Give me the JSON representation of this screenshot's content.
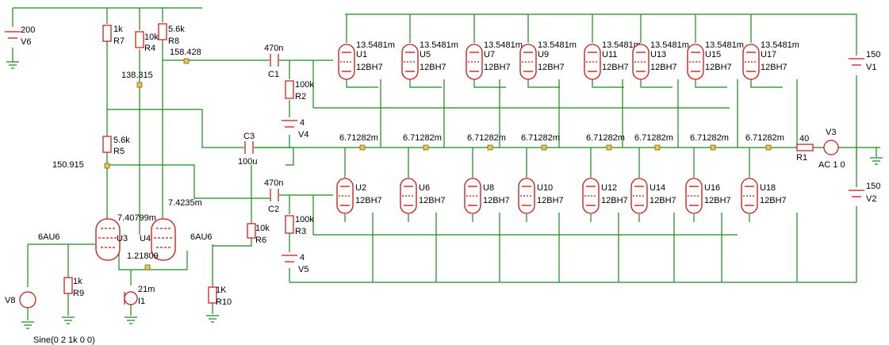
{
  "sources": {
    "V6": {
      "name": "V6",
      "value": "200"
    },
    "V1": {
      "name": "V1",
      "value": "150"
    },
    "V2": {
      "name": "V2",
      "value": "150"
    },
    "V4": {
      "name": "V4",
      "value": "4"
    },
    "V5": {
      "name": "V5",
      "value": "4"
    },
    "V3": {
      "name": "V3",
      "value": "AC 1 0"
    },
    "V8": {
      "name": "V8",
      "value": "Sine(0 2 1k 0 0)"
    },
    "I1": {
      "name": "I1",
      "value": "21m"
    }
  },
  "resistors": {
    "R7": {
      "name": "R7",
      "value": "1k"
    },
    "R4": {
      "name": "R4",
      "value": "10k"
    },
    "R8": {
      "name": "R8",
      "value": "5.6k"
    },
    "R5": {
      "name": "R5",
      "value": "5.6k"
    },
    "R2": {
      "name": "R2",
      "value": "100k"
    },
    "R3": {
      "name": "R3",
      "value": "100k"
    },
    "R6": {
      "name": "R6",
      "value": "10k"
    },
    "R9": {
      "name": "R9",
      "value": "1k"
    },
    "R10": {
      "name": "R10",
      "value": "1K"
    },
    "R1": {
      "name": "R1",
      "value": "40"
    }
  },
  "capacitors": {
    "C1": {
      "name": "C1",
      "value": "470n"
    },
    "C2": {
      "name": "C2",
      "value": "470n"
    },
    "C3": {
      "name": "C3",
      "value": "100u"
    }
  },
  "probes": {
    "n158": "158.428",
    "n138": "138.315",
    "n150": "150.915",
    "n742": "7.4235m",
    "n740": "7.40799m",
    "n121": "1.21809"
  },
  "driver": {
    "U3": {
      "name": "U3",
      "type": "6AU6"
    },
    "U4": {
      "name": "U4",
      "type": "6AU6"
    }
  },
  "upper_tubes": [
    {
      "name": "U1",
      "type": "12BH7",
      "current": "13.5481m",
      "bus": "6.71282m"
    },
    {
      "name": "U5",
      "type": "12BH7",
      "current": "13.5481m",
      "bus": "6.71282m"
    },
    {
      "name": "U7",
      "type": "12BH7",
      "current": "13.5481m",
      "bus": "6.71282m"
    },
    {
      "name": "U9",
      "type": "12BH7",
      "current": "13.5481m",
      "bus": "6.71282m"
    },
    {
      "name": "U11",
      "type": "12BH7",
      "current": "13.5481m",
      "bus": "6.71282m"
    },
    {
      "name": "U13",
      "type": "12BH7",
      "current": "13.5481m",
      "bus": "6.71282m"
    },
    {
      "name": "U15",
      "type": "12BH7",
      "current": "13.5481m",
      "bus": "6.71282m"
    },
    {
      "name": "U17",
      "type": "12BH7",
      "current": "13.5481m",
      "bus": "6.71282m"
    }
  ],
  "lower_tubes": [
    {
      "name": "U2",
      "type": "12BH7"
    },
    {
      "name": "U6",
      "type": "12BH7"
    },
    {
      "name": "U8",
      "type": "12BH7"
    },
    {
      "name": "U10",
      "type": "12BH7"
    },
    {
      "name": "U12",
      "type": "12BH7"
    },
    {
      "name": "U14",
      "type": "12BH7"
    },
    {
      "name": "U16",
      "type": "12BH7"
    },
    {
      "name": "U18",
      "type": "12BH7"
    }
  ],
  "bus_labels": [
    "6.71282m",
    "6.71282m",
    "6.71282m",
    "6.71282m",
    "6.71282m",
    "6.71282m",
    "6.71282m",
    "6.71282m"
  ],
  "colors": {
    "wire": "#1a8a1a",
    "component": "#cc1111",
    "probe": "#e8c84a"
  }
}
